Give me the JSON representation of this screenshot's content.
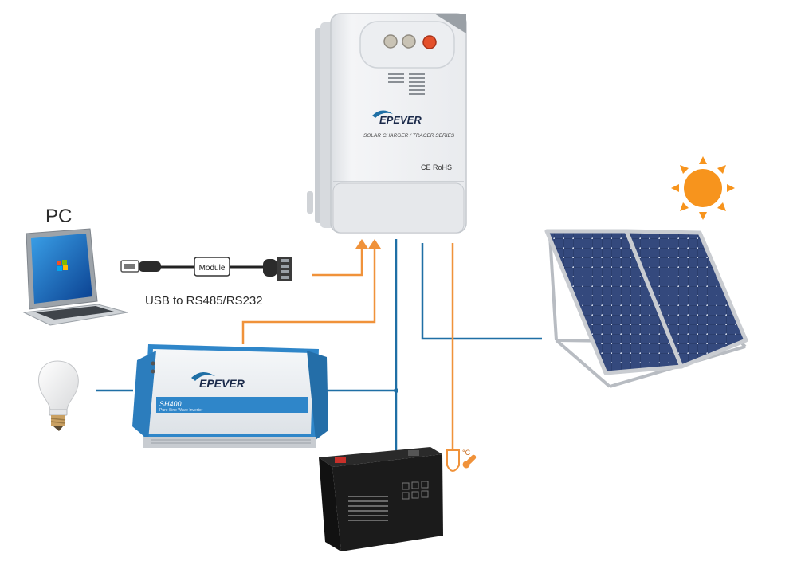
{
  "labels": {
    "pc": "PC",
    "module": "Module",
    "usb_converter": "USB to RS485/RS232"
  },
  "controller": {
    "brand": "EPEVER",
    "series": "SOLAR CHARGER / TRACER SERIES",
    "cert": "CE RoHS"
  },
  "inverter": {
    "brand": "EPEVER",
    "model": "SH400",
    "subtitle": "Pure Sine Wave Inverter"
  },
  "temp_sensor": {
    "unit": "°C"
  },
  "colors": {
    "bus_line": "#1f6fa5",
    "signal_line": "#f0923a",
    "sun": "#f7941d",
    "panel_cell": "#2c3f6e",
    "battery": "#1b1b1b",
    "inverter_blue": "#2f86c9"
  }
}
